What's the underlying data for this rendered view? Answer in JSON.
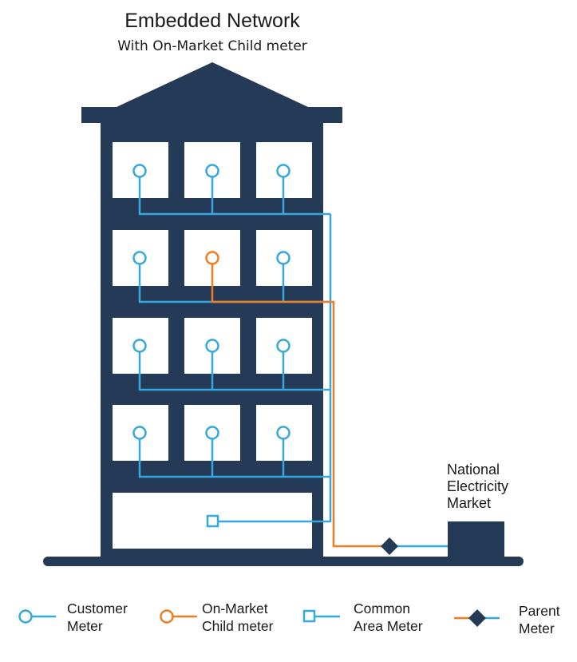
{
  "header": {
    "title": "Embedded Network",
    "subtitle": "With On-Market Child meter"
  },
  "market": {
    "label_lines": [
      "National",
      "Electricity",
      "Market"
    ]
  },
  "legend": {
    "customer_meter": [
      "Customer",
      "Meter"
    ],
    "on_market_child_meter": [
      "On-Market",
      "Child meter"
    ],
    "common_area_meter": [
      "Common",
      "Area Meter"
    ],
    "parent_meter": [
      "Parent",
      "Meter"
    ]
  },
  "colors": {
    "building": "#243a56",
    "customer_line": "#35a8e0",
    "on_market_line": "#f07d22",
    "window": "#ffffff"
  },
  "icons": {
    "customer_meter": "circle-icon",
    "on_market_child_meter": "orange-circle-icon",
    "common_area_meter": "square-icon",
    "parent_meter": "diamond-icon"
  }
}
